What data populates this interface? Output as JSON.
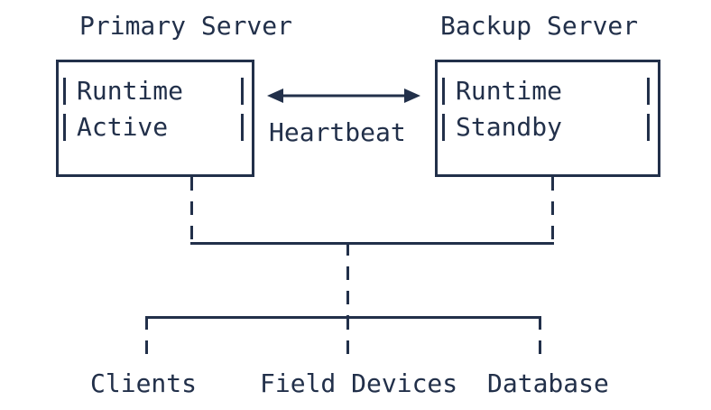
{
  "colors": {
    "ink": "#22304a",
    "background": "#ffffff"
  },
  "diagram": {
    "primary": {
      "title": "Primary Server",
      "lines": [
        "Runtime",
        "Active"
      ]
    },
    "backup": {
      "title": "Backup Server",
      "lines": [
        "Runtime",
        "Standby"
      ]
    },
    "heartbeat_label": "Heartbeat",
    "leaves": [
      "Clients",
      "Field Devices",
      "Database"
    ]
  }
}
